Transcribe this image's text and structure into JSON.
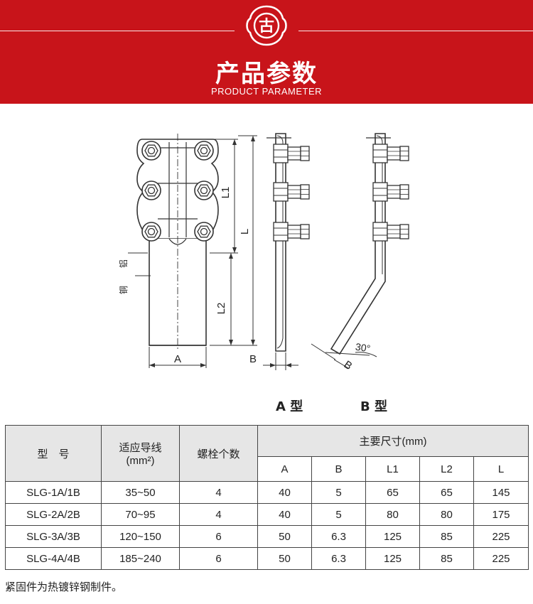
{
  "banner": {
    "title": "产品参数",
    "subtitle": "PRODUCT PARAMETER",
    "logo_char": "古",
    "background_color": "#c8141a"
  },
  "drawing": {
    "labels": {
      "L1": "L1",
      "L": "L",
      "L2": "L2",
      "A": "A",
      "B_front": "B",
      "B_side": "B",
      "angle": "30°",
      "aluminum": "铝",
      "copper": "铜"
    },
    "type_a": "A 型",
    "type_b": "B 型"
  },
  "table": {
    "header": {
      "model": "型　号",
      "conductor_line1": "适应导线",
      "conductor_line2": "(mm²)",
      "bolts": "螺栓个数",
      "dimensions": "主要尺寸(mm)",
      "dims": [
        "A",
        "B",
        "L1",
        "L2",
        "L"
      ]
    },
    "rows": [
      {
        "model": "SLG-1A/1B",
        "conductor": "35~50",
        "bolts": "4",
        "A": "40",
        "B": "5",
        "L1": "65",
        "L2": "65",
        "L": "145"
      },
      {
        "model": "SLG-2A/2B",
        "conductor": "70~95",
        "bolts": "4",
        "A": "40",
        "B": "5",
        "L1": "80",
        "L2": "80",
        "L": "175"
      },
      {
        "model": "SLG-3A/3B",
        "conductor": "120~150",
        "bolts": "6",
        "A": "50",
        "B": "6.3",
        "L1": "125",
        "L2": "85",
        "L": "225"
      },
      {
        "model": "SLG-4A/4B",
        "conductor": "185~240",
        "bolts": "6",
        "A": "50",
        "B": "6.3",
        "L1": "125",
        "L2": "85",
        "L": "225"
      }
    ]
  },
  "note": "紧固件为热镀锌钢制件。"
}
